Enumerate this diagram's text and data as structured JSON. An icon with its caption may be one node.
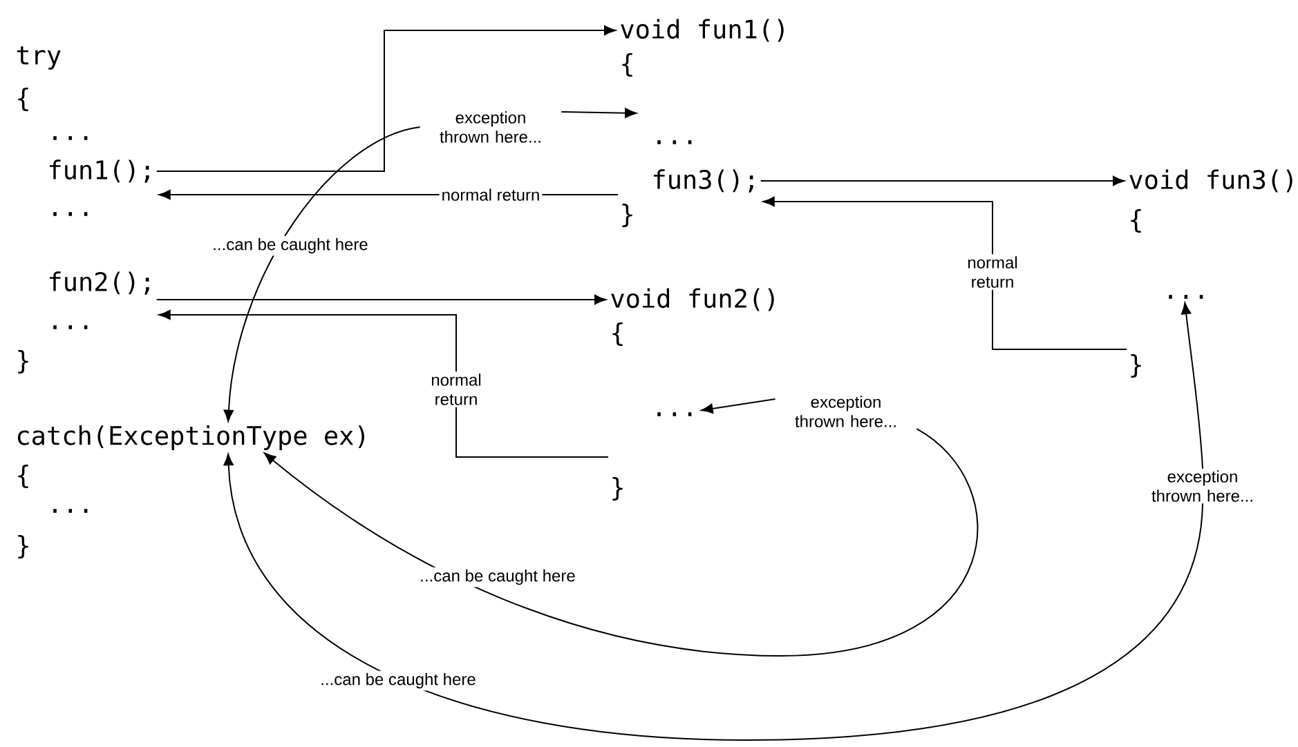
{
  "diagram": {
    "nodes": [
      {
        "text": [
          "fun1();"
        ]
      },
      {
        "text": [
          "fun2();"
        ]
      },
      {
        "text": [
          "catch(ExceptionType ex)"
        ]
      },
      {
        "text": [
          "void fun1()"
        ]
      },
      {
        "text": [
          "}"
        ]
      },
      {
        "text": [
          "fun3();"
        ]
      },
      {
        "text": [
          "void fun2()"
        ]
      },
      {
        "text": [
          "..."
        ]
      },
      {
        "text": [
          "}"
        ]
      },
      {
        "text": [
          "void fun3()"
        ]
      },
      {
        "text": [
          "..."
        ]
      },
      {
        "text": [
          "}"
        ]
      },
      {
        "text": [
          "exception thrown here..."
        ]
      },
      {
        "text": [
          "exception thrown here..."
        ]
      },
      {
        "text": [
          "exception thrown here..."
        ]
      }
    ],
    "edges": [
      {
        "from": 0,
        "to": 3,
        "arrow": "to"
      },
      {
        "from": 4,
        "to": 0,
        "arrow": "to",
        "label": "normal return"
      },
      {
        "from": 1,
        "to": 6,
        "arrow": "to"
      },
      {
        "from": 8,
        "to": 1,
        "arrow": "to",
        "label": "normal return"
      },
      {
        "from": 5,
        "to": 9,
        "arrow": "to"
      },
      {
        "from": 11,
        "to": 5,
        "arrow": "to",
        "label": "normal return"
      },
      {
        "from": 12,
        "to": null,
        "arrow": "to"
      },
      {
        "from": 12,
        "to": 2,
        "arrow": "to",
        "label": "...can be caught here"
      },
      {
        "from": 13,
        "to": 7,
        "arrow": "to"
      },
      {
        "from": 13,
        "to": 2,
        "arrow": "to",
        "label": "...can be caught here"
      },
      {
        "from": 14,
        "to": 10,
        "arrow": "to"
      },
      {
        "from": 14,
        "to": 2,
        "arrow": "to",
        "label": "...can be caught here"
      }
    ],
    "labels": [
      "try",
      "{",
      "...",
      "...",
      "...",
      "}",
      "{",
      "...",
      "}",
      "{",
      "...",
      "{",
      "{"
    ]
  }
}
